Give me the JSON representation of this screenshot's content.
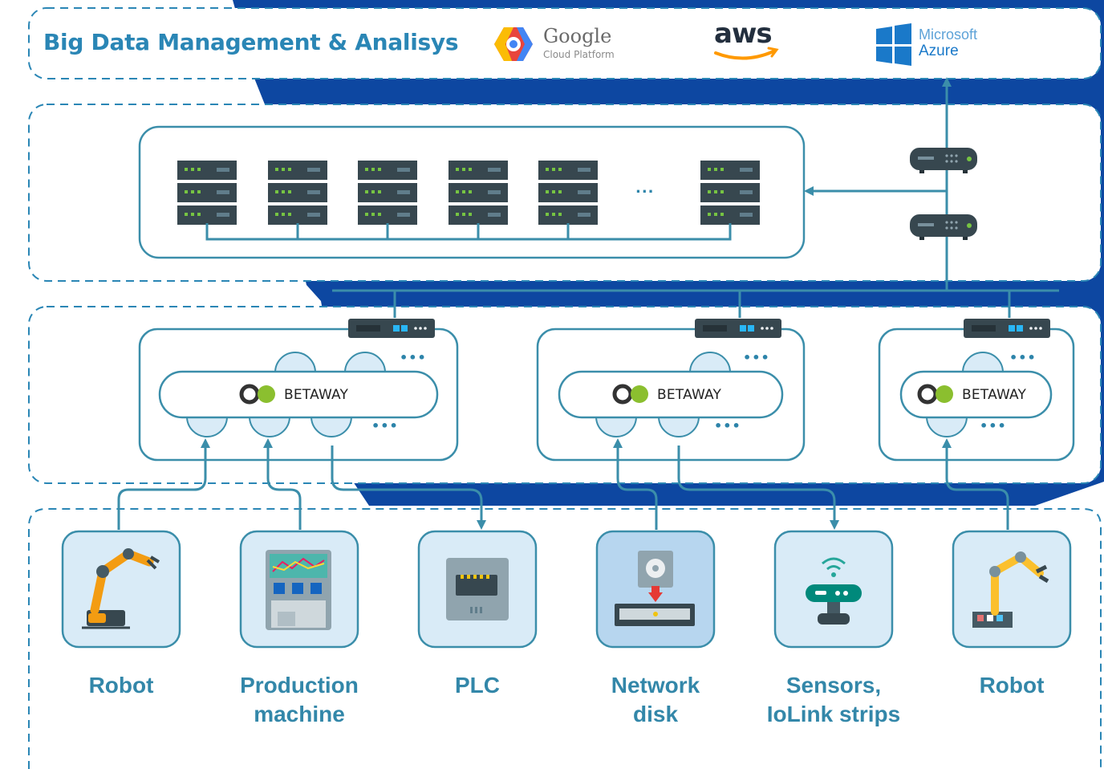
{
  "header": {
    "title": "Big Data Management & Analisys"
  },
  "clouds": {
    "google_name": "Google",
    "google_sub": "Cloud Platform",
    "aws": "aws",
    "azure_line1": "Microsoft",
    "azure_line2": "Azure"
  },
  "servers": {
    "ellipsis": "..."
  },
  "gateways": [
    {
      "label": "BETAWAY"
    },
    {
      "label": "BETAWAY"
    },
    {
      "label": "BETAWAY"
    }
  ],
  "ellipsis": "•••",
  "devices": [
    {
      "line1": "Robot",
      "line2": ""
    },
    {
      "line1": "Production",
      "line2": "machine"
    },
    {
      "line1": "PLC",
      "line2": ""
    },
    {
      "line1": "Network",
      "line2": "disk"
    },
    {
      "line1": "Sensors,",
      "line2": "IoLink strips"
    },
    {
      "line1": "Robot",
      "line2": ""
    }
  ],
  "colors": {
    "accent": "#2a86b5",
    "navy": "#0d47a1",
    "line": "#3b8eaa",
    "tile_fill": "#d9ebf7",
    "server": "#37474f"
  }
}
